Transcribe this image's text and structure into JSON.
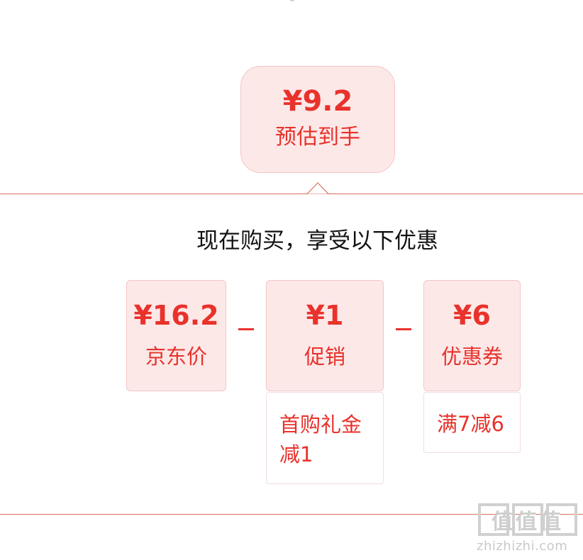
{
  "estimate": {
    "price": "¥9.2",
    "label": "预估到手"
  },
  "heading": "现在购买，享受以下优惠",
  "cards": [
    {
      "price": "¥16.2",
      "label": "京东价"
    },
    {
      "price": "¥1",
      "label": "促销",
      "detail": "首购礼金减1"
    },
    {
      "price": "¥6",
      "label": "优惠券",
      "detail": "满7减6"
    }
  ],
  "watermark": {
    "site": "zhizhizhi.com",
    "logo_text": "值值值"
  },
  "colors": {
    "accent": "#e8322b",
    "card_bg": "#fde8e8",
    "divider": "#d9735f"
  }
}
